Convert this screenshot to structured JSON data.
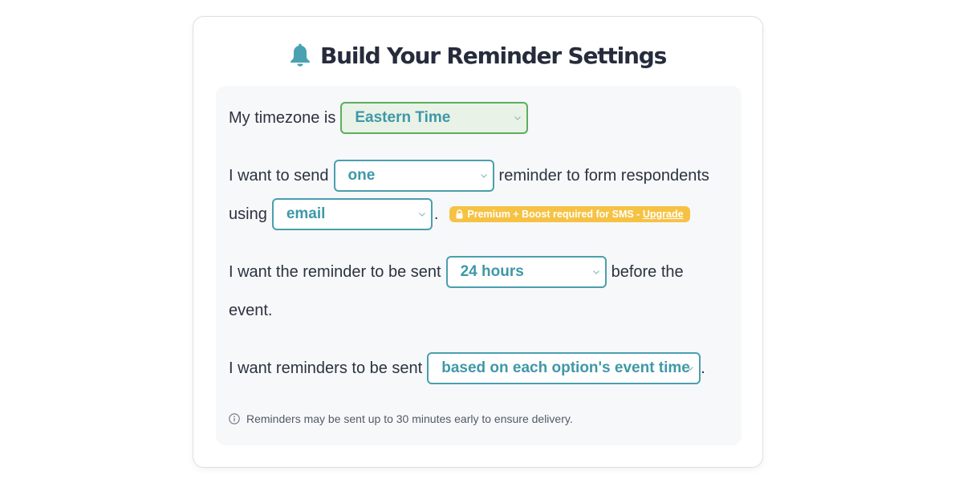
{
  "header": {
    "icon": "bell-icon",
    "title": "Build Your Reminder Settings"
  },
  "colors": {
    "accent": "#4a9fae",
    "timezone_border": "#5cae5e",
    "timezone_bg": "#e9f2e7",
    "badge_bg": "#f6c244"
  },
  "form": {
    "timezone": {
      "prefix": "My timezone is",
      "selected": "Eastern Time"
    },
    "count": {
      "prefix": "I want to send",
      "selected": "one",
      "suffix": "reminder to form respondents"
    },
    "method": {
      "prefix": "using",
      "selected": "email",
      "suffix": ".",
      "badge": {
        "icon": "lock-icon",
        "text": "Premium + Boost required for SMS - ",
        "link": "Upgrade"
      }
    },
    "timing": {
      "prefix": "I want the reminder to be sent",
      "selected": "24 hours",
      "suffix": "before the",
      "continuation": "event."
    },
    "basis": {
      "prefix": "I want reminders to be sent",
      "selected": "based on each option's event time",
      "suffix": "."
    }
  },
  "note": {
    "icon": "info-icon",
    "text": "Reminders may be sent up to 30 minutes early to ensure delivery."
  }
}
